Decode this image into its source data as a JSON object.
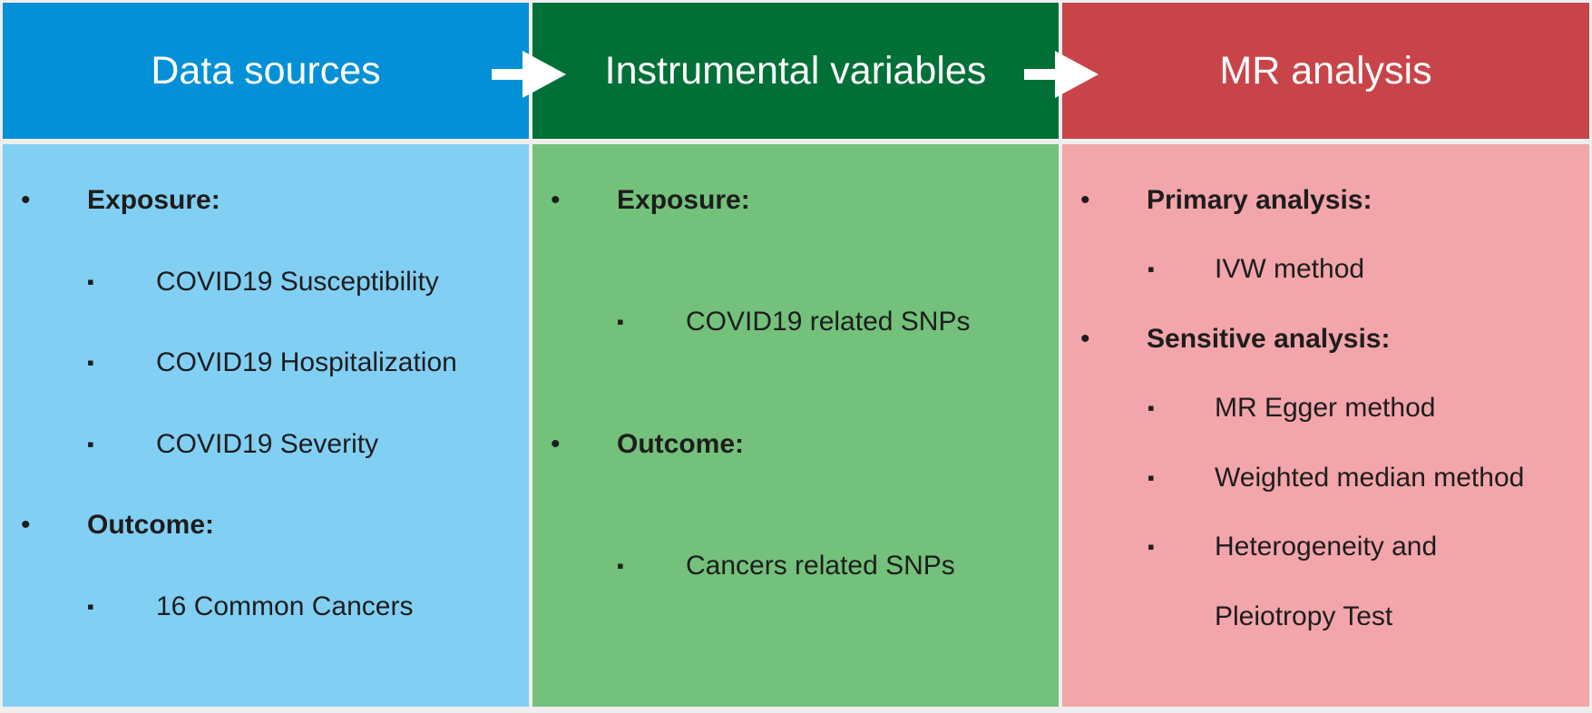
{
  "columns": [
    {
      "title": "Data sources",
      "sections": [
        {
          "heading": "Exposure:",
          "items": [
            "COVID19 Susceptibility",
            "COVID19 Hospitalization",
            "COVID19 Severity"
          ]
        },
        {
          "heading": "Outcome:",
          "items": [
            "16 Common Cancers"
          ]
        }
      ]
    },
    {
      "title": "Instrumental variables",
      "sections": [
        {
          "heading": "Exposure:",
          "items": [
            "COVID19 related SNPs"
          ]
        },
        {
          "heading": "Outcome:",
          "items": [
            "Cancers related SNPs"
          ]
        }
      ]
    },
    {
      "title": "MR analysis",
      "sections": [
        {
          "heading": "Primary analysis:",
          "items": [
            "IVW method"
          ]
        },
        {
          "heading": "Sensitive analysis:",
          "items": [
            "MR Egger method",
            "Weighted median method",
            "Heterogeneity and",
            "Pleiotropy Test"
          ]
        }
      ]
    }
  ],
  "bullet_char": "•",
  "sub_bullet_char": "▪",
  "colors": {
    "data_sources_header": "#0390d6",
    "data_sources_body": "#82cff4",
    "instrumental_header": "#007037",
    "instrumental_body": "#73c17b",
    "mr_header": "#c84448",
    "mr_body": "#f2a5aa",
    "arrow": "#ffffff"
  }
}
